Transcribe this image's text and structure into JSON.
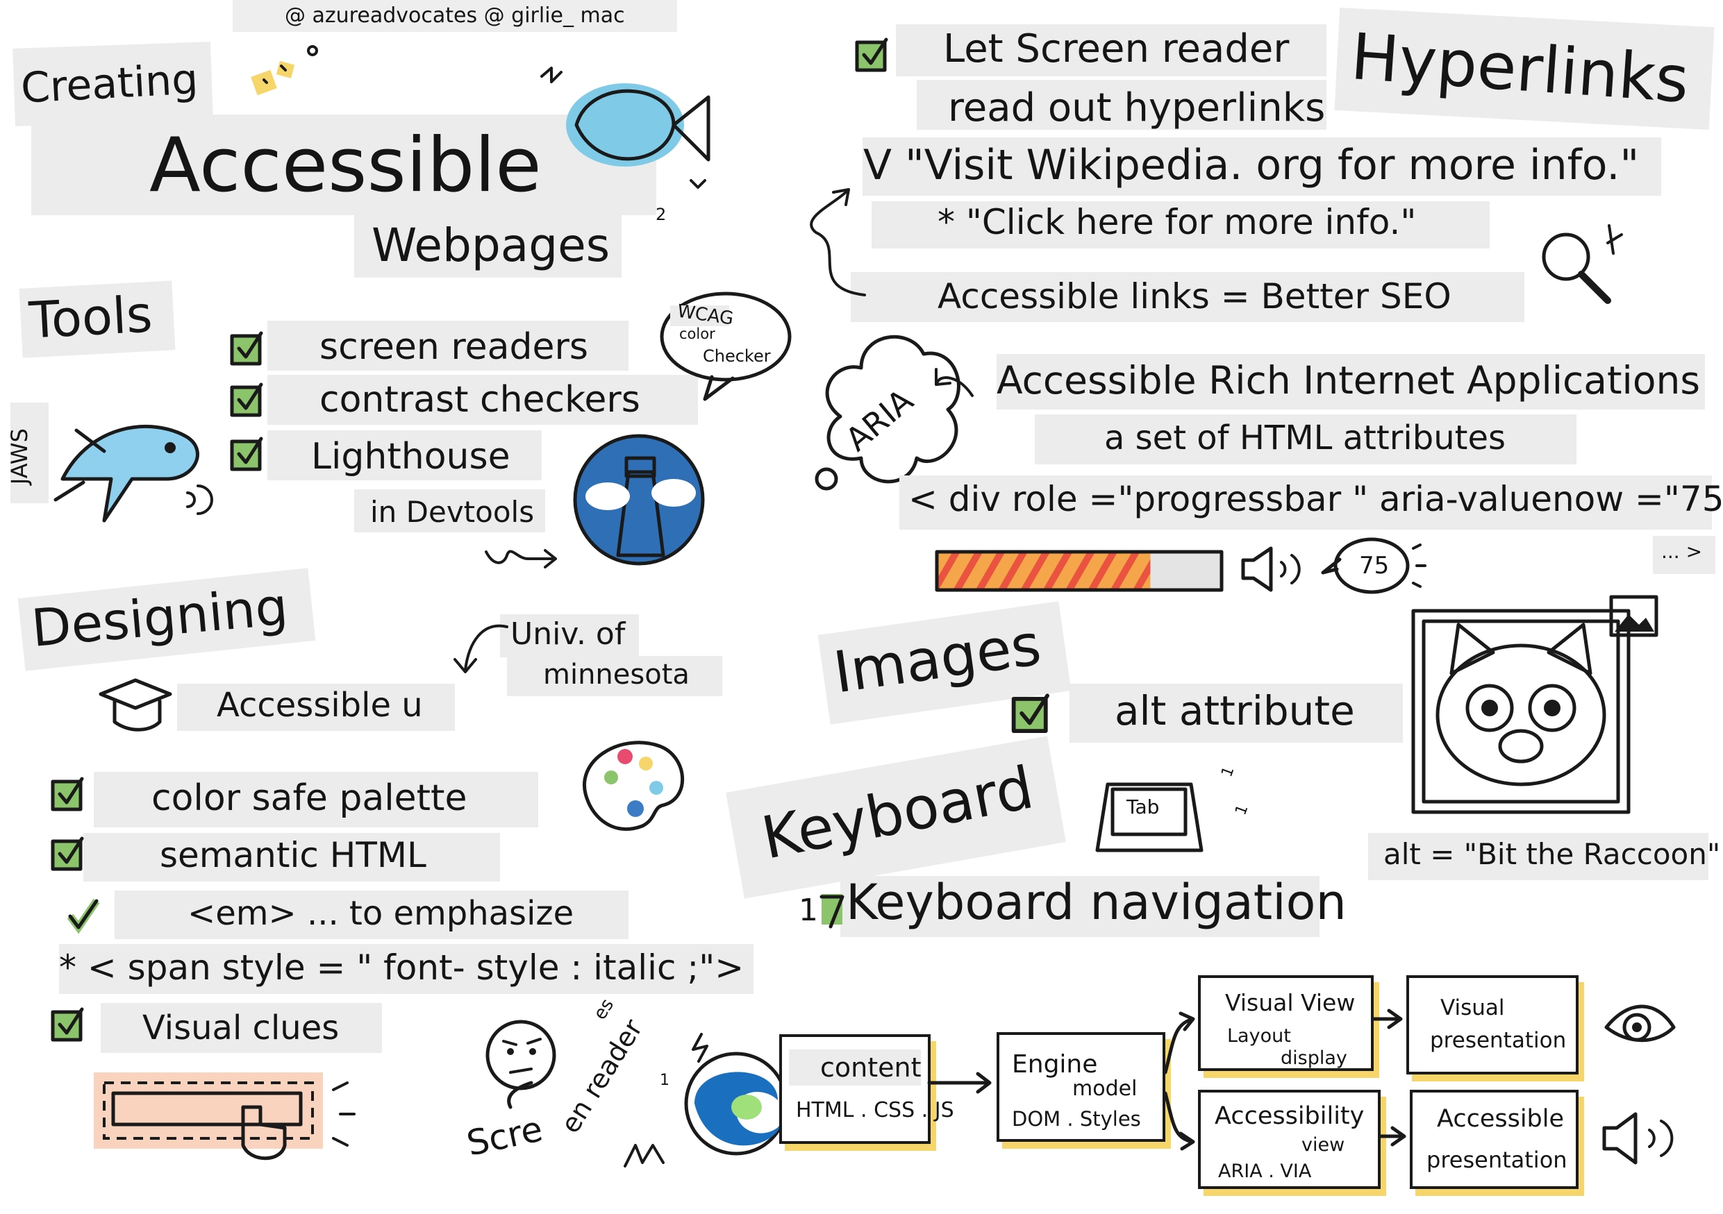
{
  "credit": "@ azureadvocates @ girlie_ mac",
  "title": {
    "line1": "Creating",
    "line2": "Accessible",
    "line3": "Webpages"
  },
  "tools": {
    "heading": "Tools",
    "items": [
      "screen readers",
      "contrast checkers",
      "Lighthouse"
    ],
    "devtools": "in Devtools",
    "jaws": "JAWS",
    "wcag": {
      "line1": "WCAG",
      "line2": "color",
      "line3": "Checker"
    }
  },
  "designing": {
    "heading": "Designing",
    "univ_line1": "Univ. of",
    "univ_line2": "minnesota",
    "accessible_u": "Accessible u",
    "items": [
      "color safe palette",
      "semantic HTML"
    ],
    "em": "<em> ... to emphasize",
    "span": "* < span style = \" font- style : italic ;\">",
    "visual_clues": "Visual clues"
  },
  "hyperlinks": {
    "heading": "Hyperlinks",
    "line1": "Let Screen reader",
    "line2": "read out hyperlinks",
    "good": "V \"Visit Wikipedia. org for more info.\"",
    "bad": "* \"Click here for more info.\"",
    "seo": "Accessible links = Better SEO"
  },
  "aria": {
    "cloud": "ARIA",
    "full": "Accessible Rich Internet Applications",
    "desc": "a set of HTML attributes",
    "code": "< div role =\"progressbar \" aria-valuenow =\"75",
    "code_end": "... >",
    "bubble_value": "75",
    "progress_fraction": 0.75
  },
  "images": {
    "heading": "Images",
    "alt_attribute": "alt attribute",
    "alt_example": "alt = \"Bit the Raccoon\""
  },
  "keyboard": {
    "heading": "Keyboard",
    "tab_key": "Tab",
    "nav_number": "1",
    "nav": "Keyboard navigation",
    "small_labels": [
      "1",
      "1"
    ]
  },
  "screen_reader_doodle": {
    "word": "Scre",
    "rotated1": "en reader",
    "rotated2": "es"
  },
  "flow": {
    "edge_number": "1",
    "content": {
      "title": "content",
      "sub": "HTML . CSS . JS"
    },
    "engine": {
      "title": "Engine",
      "model": "model",
      "sub": "DOM . Styles"
    },
    "visual_view": {
      "title": "Visual View",
      "layout": "Layout",
      "display": "display"
    },
    "visual_presentation": {
      "line1": "Visual",
      "line2": "presentation"
    },
    "accessibility_view": {
      "title": "Accessibility",
      "view": "view",
      "sub": "ARIA . VIA"
    },
    "accessible_presentation": {
      "line1": "Accessible",
      "line2": "presentation"
    }
  },
  "doodle_marks": {
    "corner_number": "2"
  },
  "colors": {
    "accent_yellow": "#f6d66b",
    "check_green": "#8cc46c",
    "aria_pink": "#f5b8b8",
    "highlight_gray": "#ececec",
    "edge_blue": "#4aa8d8"
  }
}
